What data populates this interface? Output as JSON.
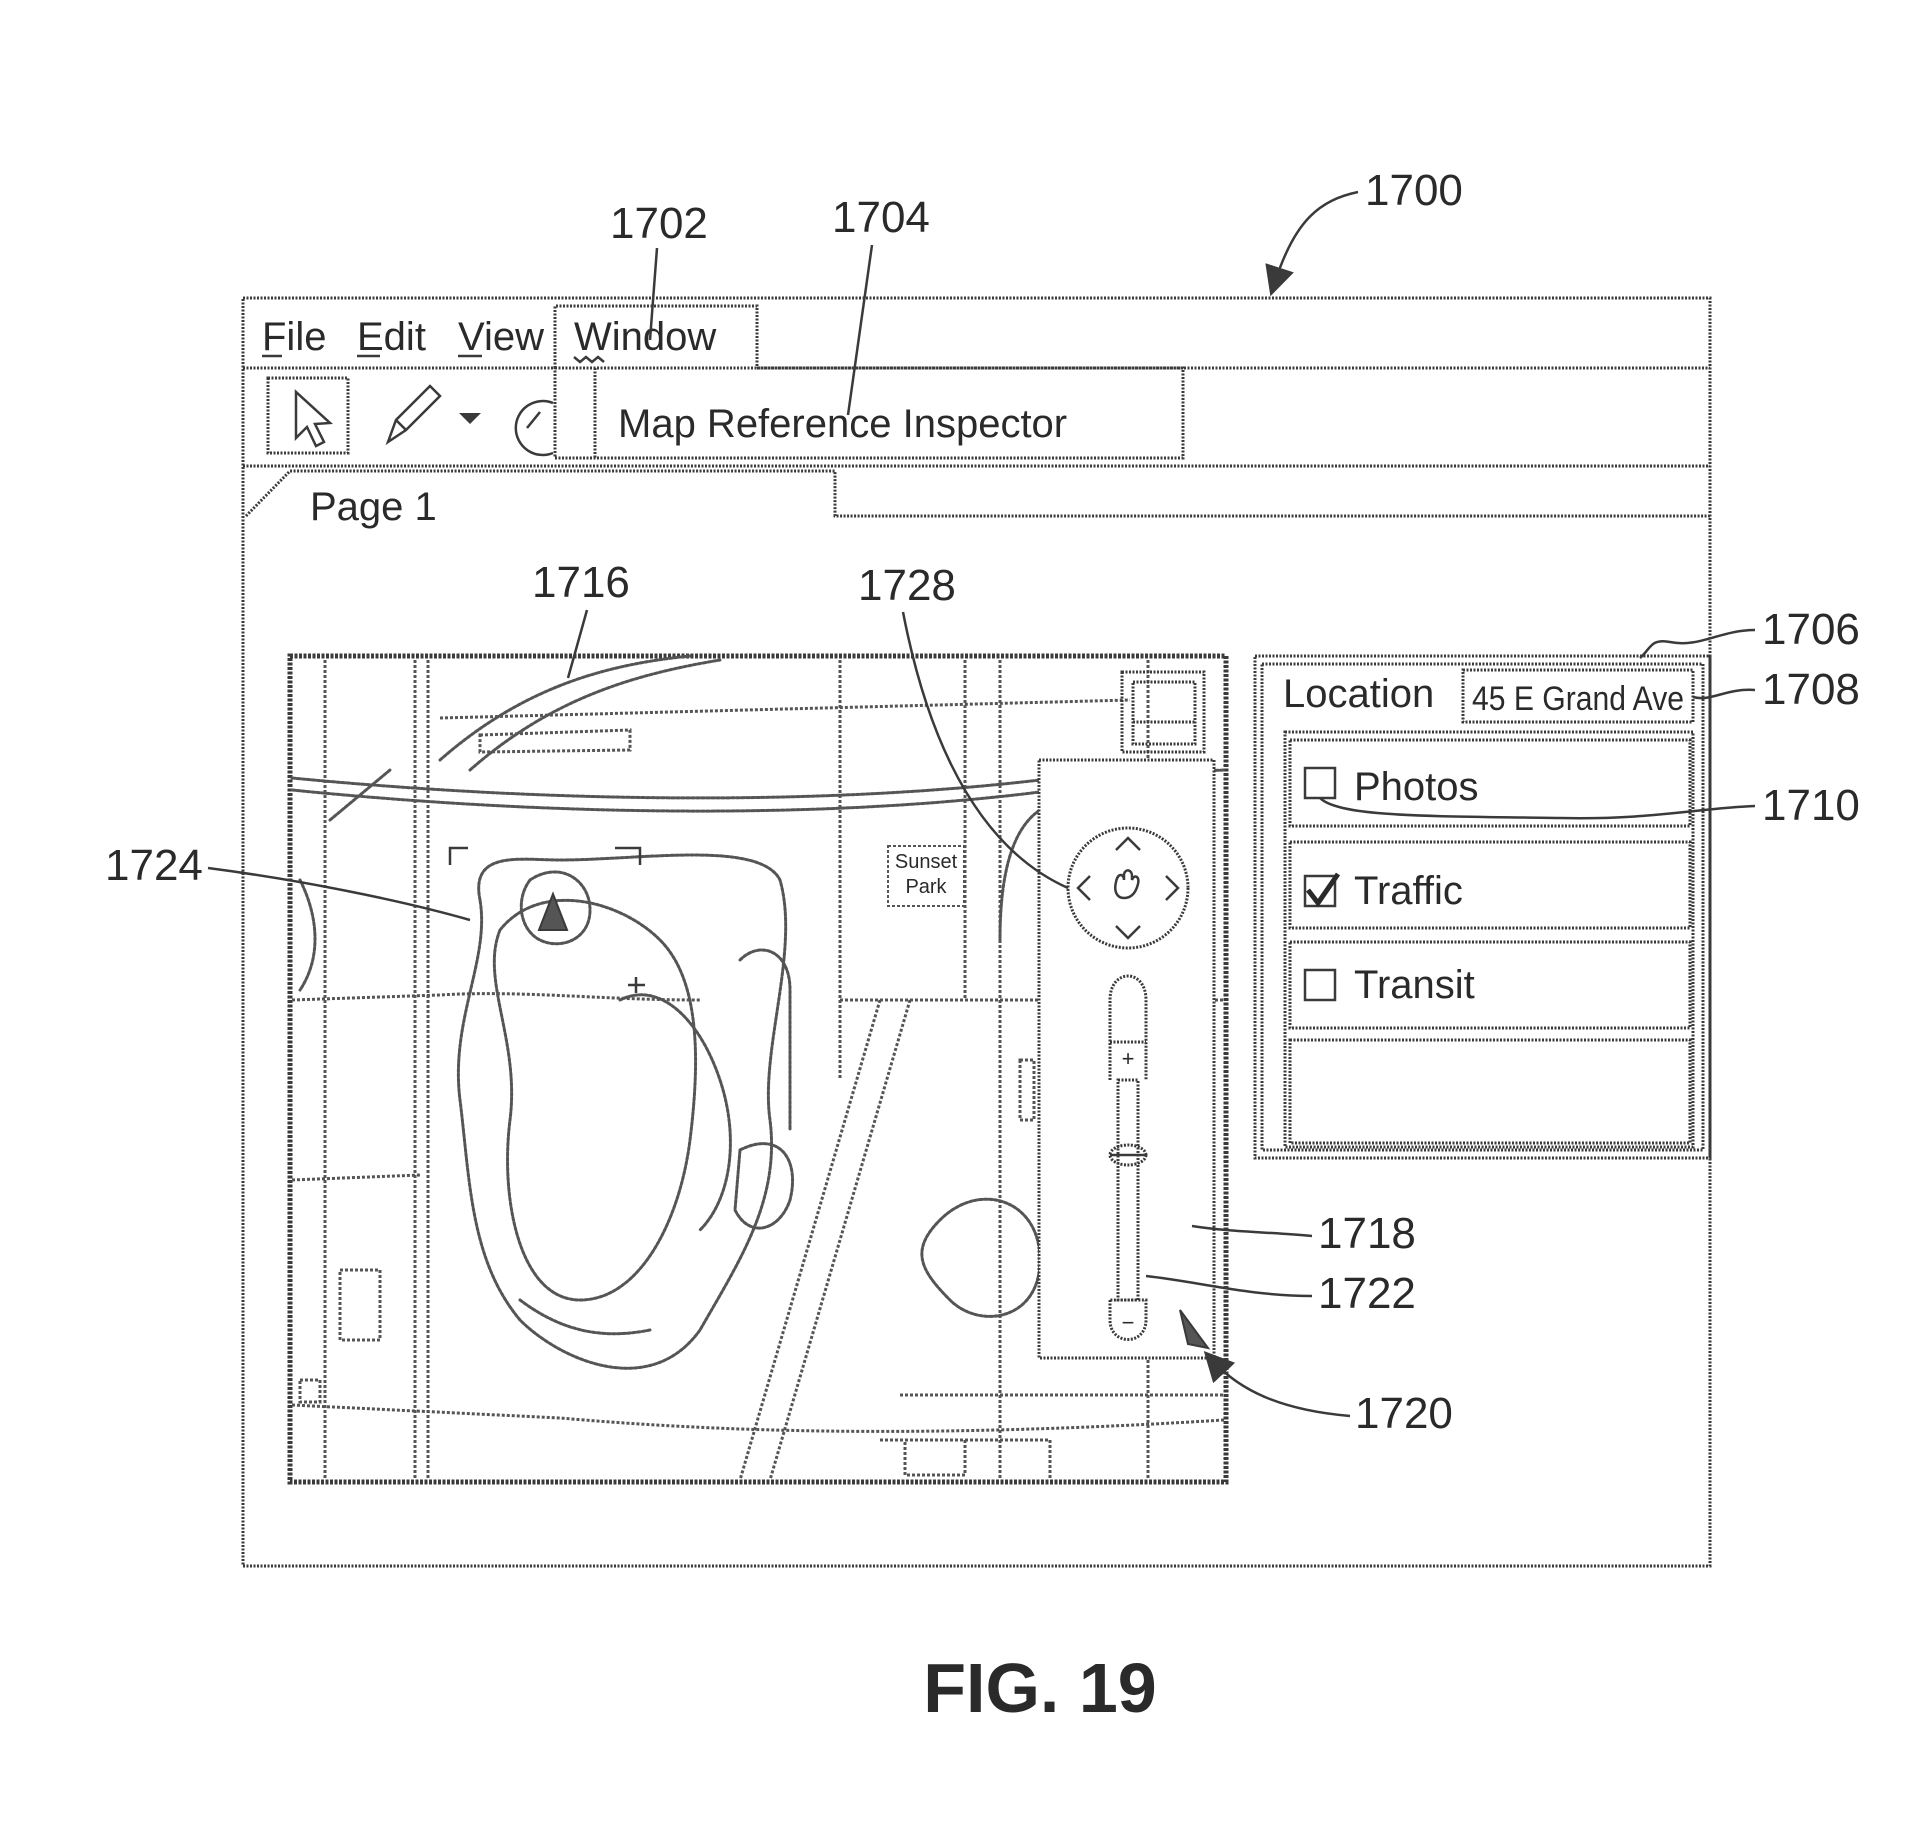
{
  "figure": {
    "caption": "FIG. 19",
    "window_ref": "1700"
  },
  "menu_bar": {
    "items": [
      "File",
      "Edit",
      "View"
    ],
    "window_menu": "Window",
    "dropdown_item": "Map Reference Inspector"
  },
  "tab": {
    "label": "Page 1"
  },
  "map": {
    "park_label_line1": "Sunset",
    "park_label_line2": "Park"
  },
  "inspector": {
    "location_label": "Location",
    "location_value": "45 E Grand Ave",
    "layers": [
      {
        "label": "Photos",
        "checked": false
      },
      {
        "label": "Traffic",
        "checked": true
      },
      {
        "label": "Transit",
        "checked": false
      }
    ]
  },
  "zoom_control": {
    "plus": "+",
    "minus": "−"
  },
  "reference_numerals": {
    "r1702": "1702",
    "r1704": "1704",
    "r1706": "1706",
    "r1708": "1708",
    "r1710": "1710",
    "r1716": "1716",
    "r1718": "1718",
    "r1720": "1720",
    "r1722": "1722",
    "r1724": "1724",
    "r1728": "1728"
  }
}
